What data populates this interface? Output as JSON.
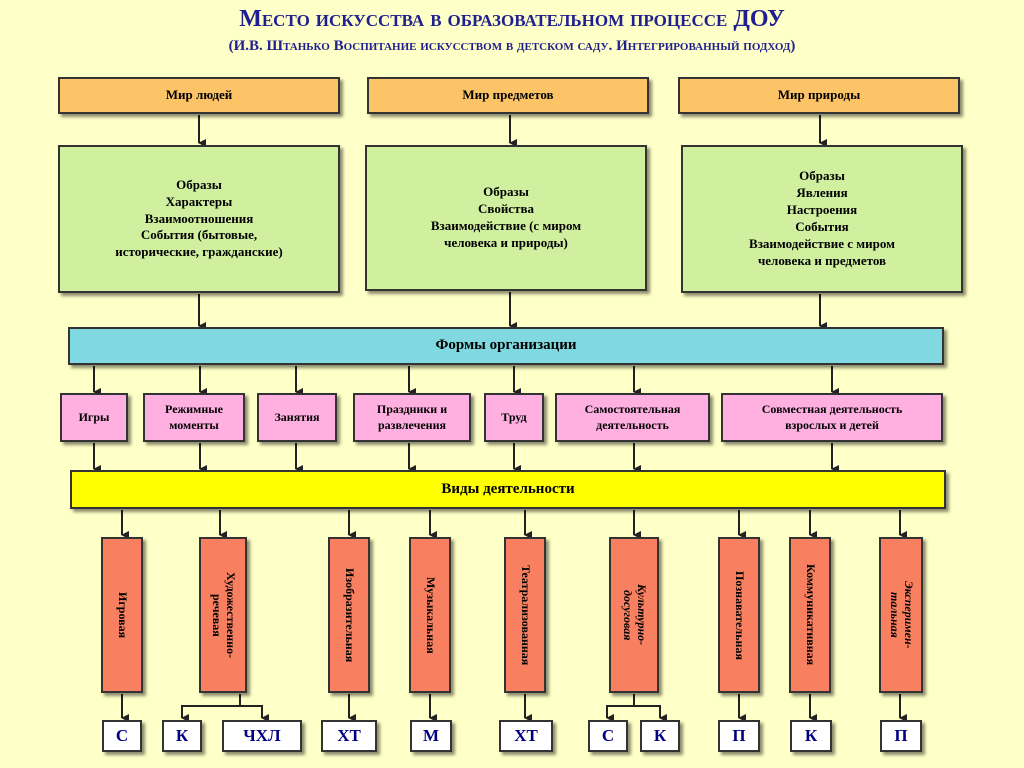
{
  "header": {
    "title": "Место искусства в образовательном процессе ДОУ",
    "subtitle": "(И.В. Штанько Воспитание искусством в детском саду. Интегрированный подход)"
  },
  "worlds": [
    {
      "label": "Мир людей",
      "details": "Образы\nХарактеры\nВзаимоотношения\nСобытия (бытовые,\nисторические, гражданские)"
    },
    {
      "label": "Мир предметов",
      "details": "Образы\nСвойства\nВзаимодействие (с миром\nчеловека и природы)"
    },
    {
      "label": "Мир природы",
      "details": "Образы\nЯвления\nНастроения\nСобытия\nВзаимодействие с миром\nчеловека и предметов"
    }
  ],
  "forms_title": "Формы организации",
  "forms": [
    {
      "label": "Игры"
    },
    {
      "label": "Режимные\nмоменты"
    },
    {
      "label": "Занятия"
    },
    {
      "label": "Праздники и\nразвлечения"
    },
    {
      "label": "Труд"
    },
    {
      "label": "Самостоятельная\nдеятельность"
    },
    {
      "label": "Совместная деятельность\nвзрослых и детей"
    }
  ],
  "activities_title": "Виды деятельности",
  "activities": [
    {
      "label": "Игровая"
    },
    {
      "label": "Художественно-\nречевая"
    },
    {
      "label": "Изобразительная"
    },
    {
      "label": "Музыкальная"
    },
    {
      "label": "Театрализованная"
    },
    {
      "label": "Культурно-\nдосуговая"
    },
    {
      "label": "Познавательная"
    },
    {
      "label": "Коммуникативная"
    },
    {
      "label": "Экспериментальная",
      "display": "Эксперимен-\nтальная"
    }
  ],
  "codes": [
    "С",
    "К",
    "ЧХЛ",
    "ХТ",
    "М",
    "ХТ",
    "С",
    "К",
    "П",
    "К",
    "П"
  ],
  "colors": {
    "background": "#ffffc8",
    "title": "#1f1f8f",
    "world_box": "#fcc466",
    "detail_box": "#d0f0a0",
    "forms_bar": "#80d8e0",
    "form_box": "#ffb0e0",
    "activities_bar": "#ffff00",
    "activity_box": "#f88060",
    "code_text": "#000080"
  }
}
